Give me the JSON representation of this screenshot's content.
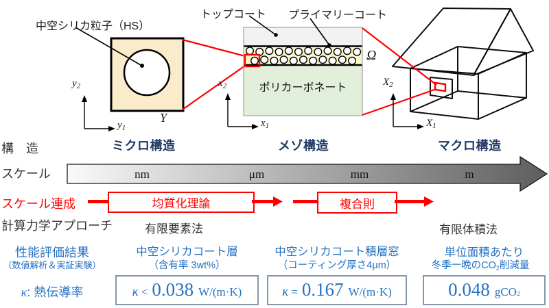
{
  "figure": {
    "micro": {
      "particle_label": "中空シリカ粒子（HS）",
      "cell_label": "Y",
      "title": "ミクロ構造",
      "axis_v": {
        "base": "y",
        "sub": "2"
      },
      "axis_h": {
        "base": "y",
        "sub": "1"
      }
    },
    "meso": {
      "topcoat_label": "トップコート",
      "primary_label": "プライマリーコート",
      "substrate_label": "ポリカーボネート",
      "domain_label": "Ω",
      "title": "メゾ構造",
      "axis_v": {
        "base": "x",
        "sub": "2"
      },
      "axis_h": {
        "base": "x",
        "sub": "1"
      }
    },
    "macro": {
      "title": "マクロ構造",
      "axis_v": {
        "base": "X",
        "sub": "2"
      },
      "axis_h": {
        "base": "X",
        "sub": "1"
      }
    }
  },
  "rows": {
    "structure_label": "構　造",
    "scale_label": "スケール",
    "coupling_label": "スケール連成",
    "approach_label": "計算力学アプローチ"
  },
  "scale_bar": {
    "ticks": [
      "nm",
      "μm",
      "mm",
      "m"
    ]
  },
  "coupling": {
    "homogenization": "均質化理論",
    "rule_of_mixtures": "複合則"
  },
  "approach": {
    "fem": "有限要素法",
    "fvm": "有限体積法"
  },
  "results": {
    "title": "性能評価結果",
    "subtitle": "（数値解析＆実証実験）",
    "kappa_symbol": "κ",
    "kappa_label": ": 熱伝導率",
    "item1": {
      "line1": "中空シリカコート層",
      "line2": "（含有率 3wt%）",
      "symbol": "κ",
      "relation": "<",
      "value": "0.038",
      "unit": "W/(m·K)"
    },
    "item2": {
      "line1": "中空シリカコート積層窓",
      "line2": "（コーティング厚さ4μm）",
      "symbol": "κ",
      "relation": "=",
      "value": "0.167",
      "unit": "W/(m·K)"
    },
    "item3": {
      "line1": "単位面積あたり",
      "line2_pre": "冬季一晩のCO",
      "line2_sub": "2",
      "line2_post": "削減量",
      "value": "0.048",
      "unit": "gCO",
      "unit_sub": "2"
    }
  },
  "colors": {
    "red": "#FF0000",
    "navy": "#1F3864",
    "blue": "#2472C4",
    "result_box_border": "#8496B0",
    "scale_dark": "#5E5E5E"
  }
}
